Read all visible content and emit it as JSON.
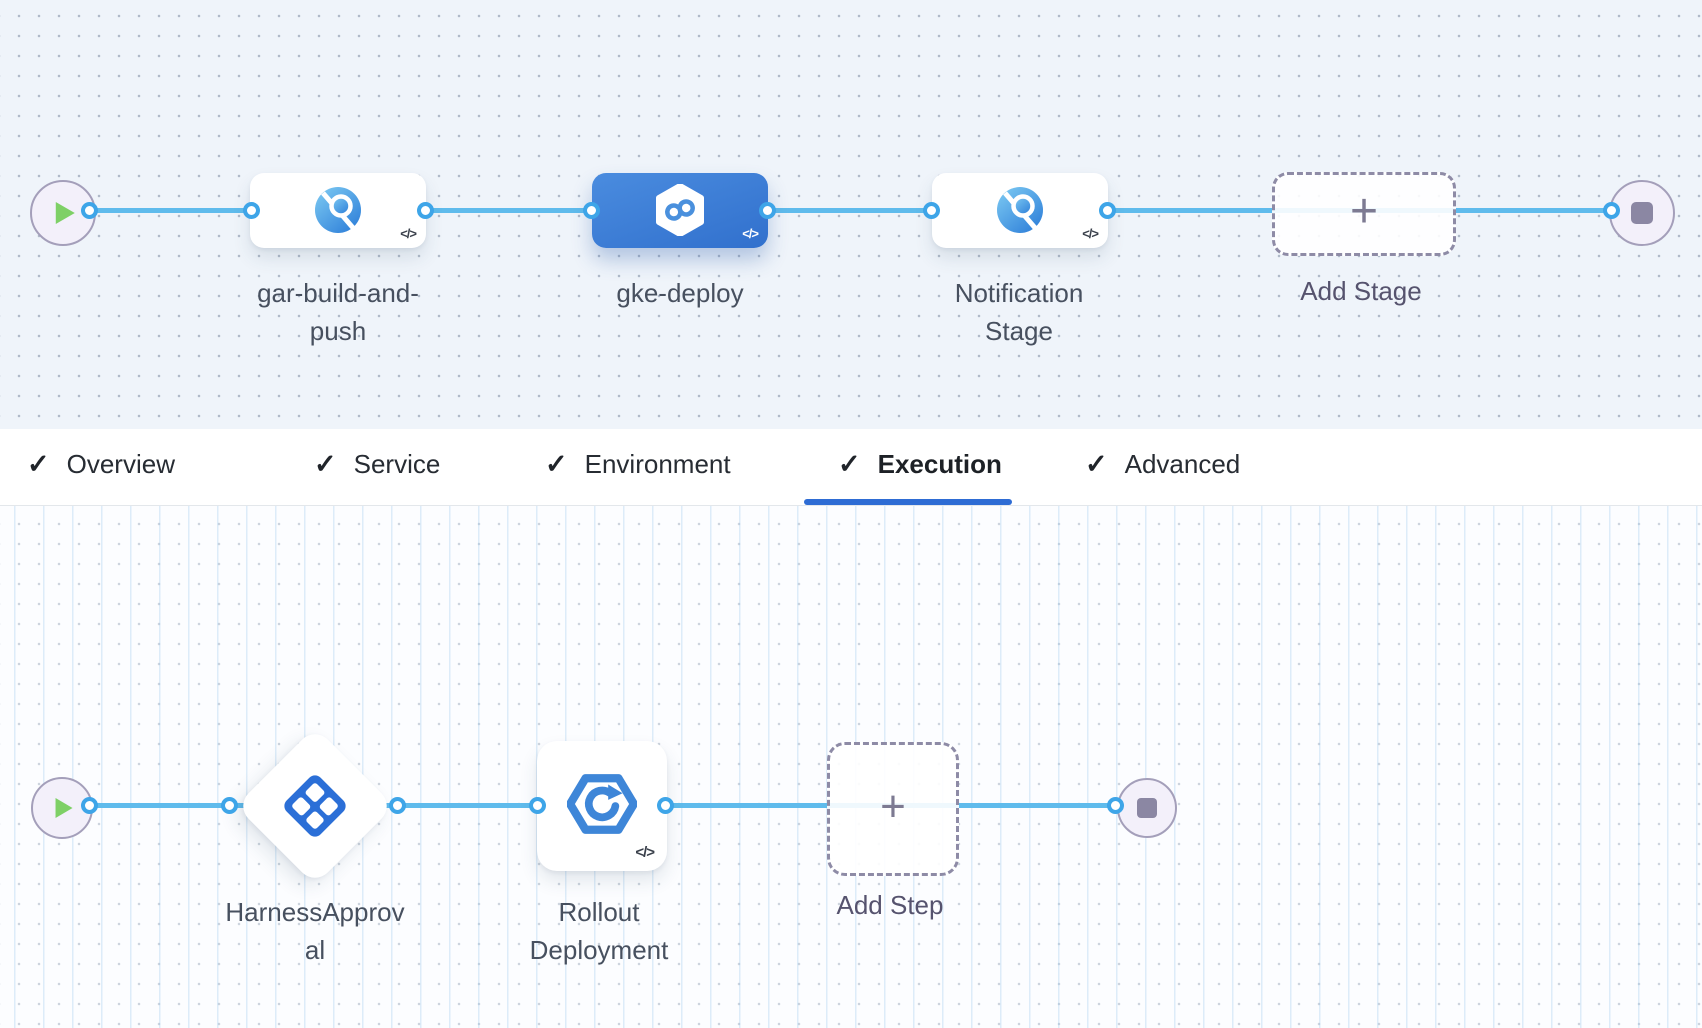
{
  "canvas_top": {
    "stages": [
      {
        "name": "gar-build-and-push",
        "line1": "gar-build-and-",
        "line2": "push",
        "selected": false
      },
      {
        "name": "gke-deploy",
        "line1": "gke-deploy",
        "line2": "",
        "selected": true
      },
      {
        "name": "Notification Stage",
        "line1": "Notification",
        "line2": "Stage",
        "selected": false
      }
    ],
    "add_stage_label": "Add Stage"
  },
  "tab_bar": {
    "tabs": [
      {
        "label": "Overview",
        "checked": true,
        "active": false
      },
      {
        "label": "Service",
        "checked": true,
        "active": false
      },
      {
        "label": "Environment",
        "checked": true,
        "active": false
      },
      {
        "label": "Execution",
        "checked": true,
        "active": true
      },
      {
        "label": "Advanced",
        "checked": true,
        "active": false
      }
    ]
  },
  "canvas_bottom": {
    "steps": [
      {
        "name": "HarnessApproval",
        "line1": "HarnessApprov",
        "line2": "al"
      },
      {
        "name": "Rollout Deployment",
        "line1": "Rollout",
        "line2": "Deployment"
      }
    ],
    "add_step_label": "Add Step"
  },
  "icons": {
    "check": "✓",
    "plus": "+",
    "code_badge": "</>"
  },
  "colors": {
    "canvas_top_bg": "#eff4fa",
    "canvas_bottom_bg": "#fcfdff",
    "flow_line": "#5fbbec",
    "port_border": "#3ea5e8",
    "selected_stage_blue": "#3b7fd8",
    "tab_underline_blue": "#2e6cd4",
    "play_green": "#7ed066",
    "stop_gray": "#8b87a3",
    "approval_blue": "#2b6fd7",
    "gke_blue": "#3e86d8",
    "stage_icon_gradient": [
      "#7fccf3",
      "#2e7fd9"
    ]
  }
}
